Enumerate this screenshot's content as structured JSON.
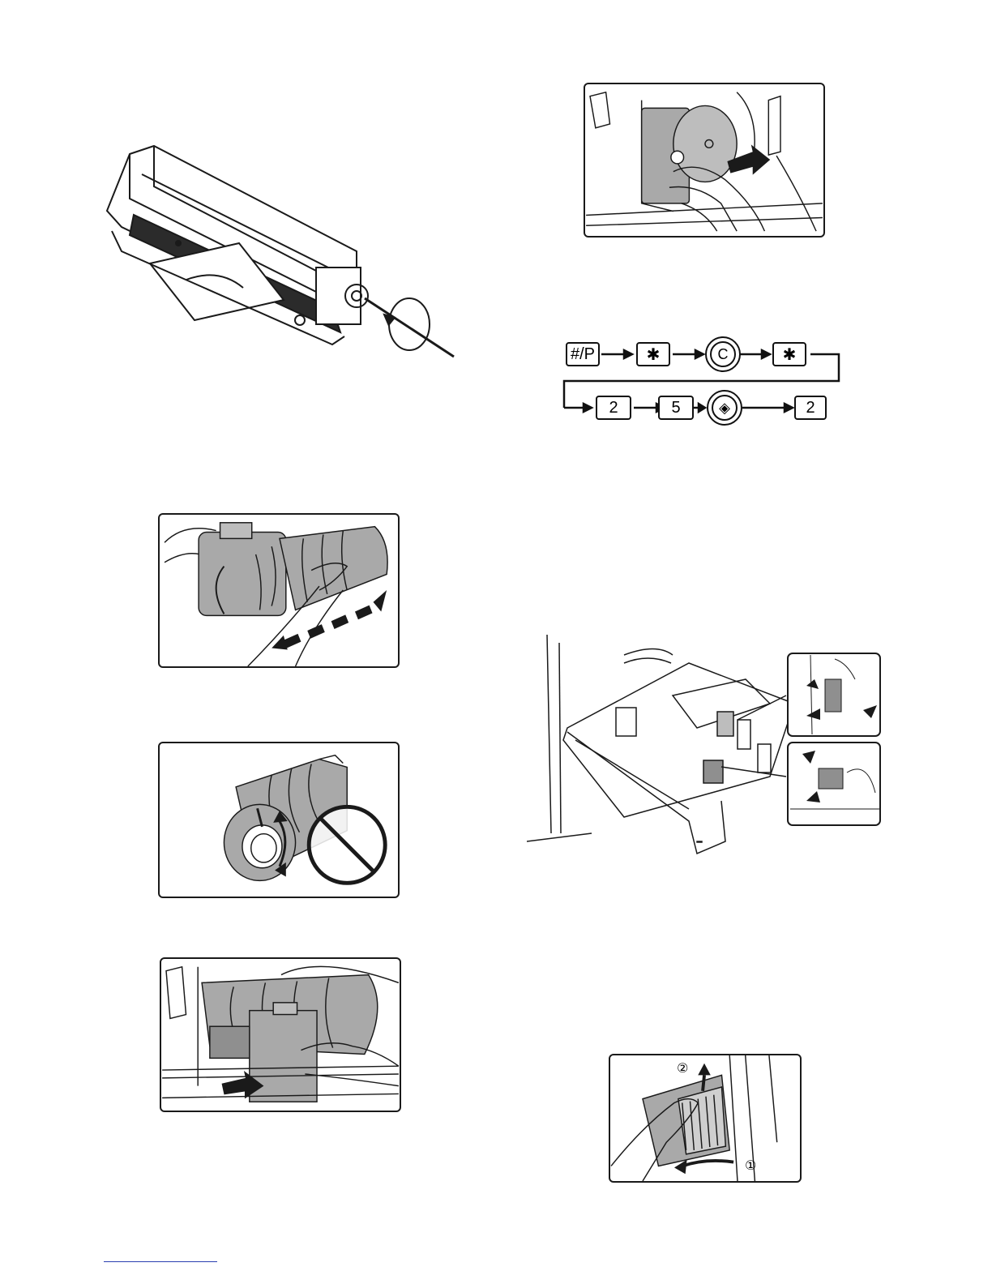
{
  "keypad_sequence": {
    "row1": [
      {
        "type": "key",
        "label": "#/P"
      },
      {
        "type": "key",
        "label": "✱"
      },
      {
        "type": "round",
        "label": "C"
      },
      {
        "type": "key",
        "label": "✱"
      }
    ],
    "row2": [
      {
        "type": "key",
        "label": "2"
      },
      {
        "type": "key",
        "label": "5"
      },
      {
        "type": "round",
        "label": "◈"
      },
      {
        "type": "key",
        "label": "2"
      }
    ]
  },
  "cover_steps": {
    "step1": "①",
    "step2": "②"
  },
  "colors": {
    "stroke": "#1a1a1a",
    "part_fill": "#a9a9a9",
    "dark_fill": "#2b2b2b"
  }
}
